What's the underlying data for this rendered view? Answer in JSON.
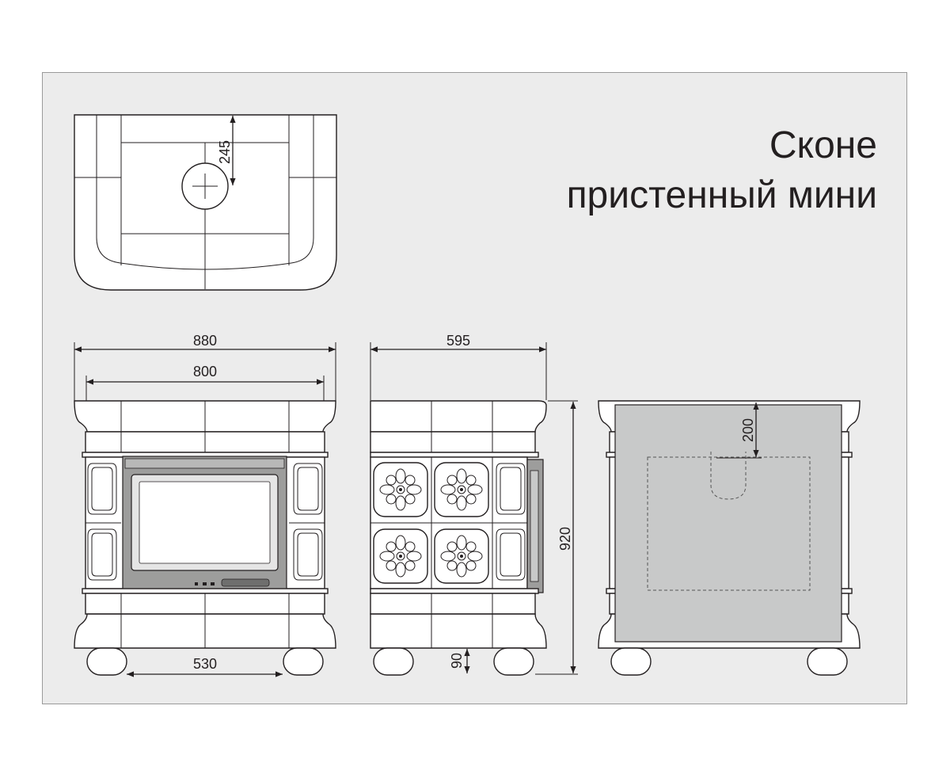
{
  "title": {
    "line1": "Сконе",
    "line2": "пристенный мини"
  },
  "dimensions": {
    "top_view_flue_offset": "245",
    "front_overall_width": "880",
    "front_top_width": "800",
    "front_leg_span": "530",
    "side_depth": "595",
    "side_height": "920",
    "side_leg_height": "90",
    "back_flue_offset": "200"
  },
  "colors": {
    "background": "#ececec",
    "line": "#231f20",
    "back_panel": "#c8c9c9",
    "door_frame": "#9d9d9c",
    "glass": "#e5e5e5"
  }
}
